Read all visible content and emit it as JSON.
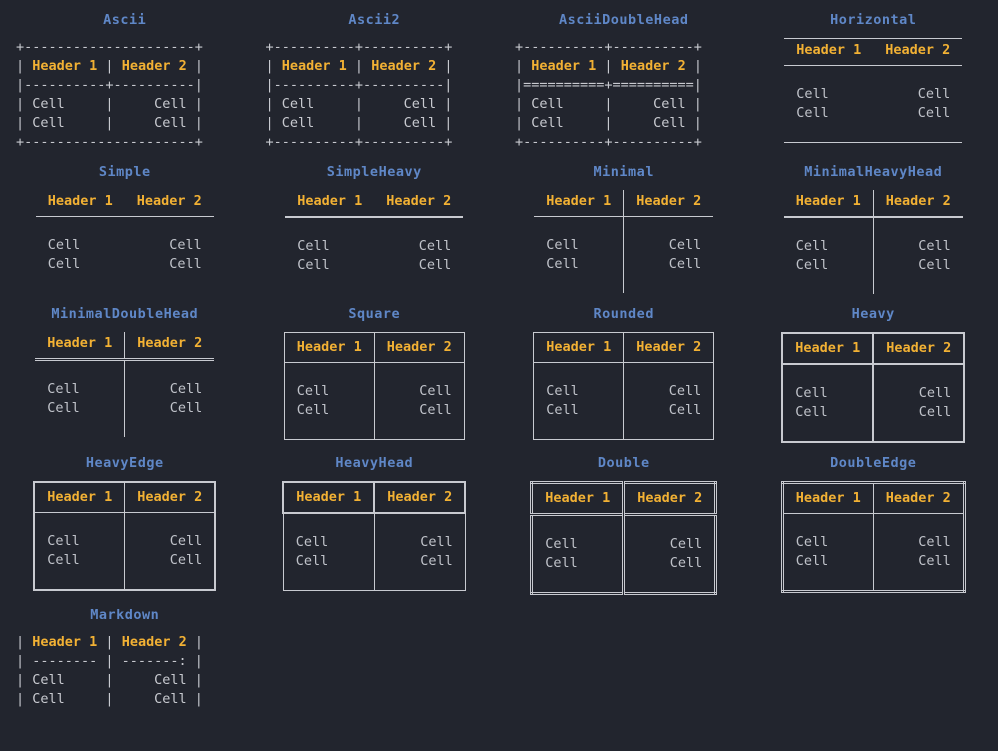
{
  "theme": {
    "background": "#22252e",
    "title_color": "#5f87c7",
    "header_color": "#f2b134",
    "cell_color": "#c0c3ca",
    "border_color": "#c8cad0"
  },
  "common": {
    "header1": "Header 1",
    "header2": "Header 2",
    "cell": "Cell"
  },
  "tables": [
    {
      "id": "ascii",
      "title": "Ascii",
      "kind": "ascii",
      "lines": [
        {
          "segments": [
            {
              "t": "+---------------------+",
              "c": "br"
            }
          ]
        },
        {
          "segments": [
            {
              "t": "| ",
              "c": "br"
            },
            {
              "t": "Header 1",
              "c": "hd"
            },
            {
              "t": " | ",
              "c": "br"
            },
            {
              "t": "Header 2",
              "c": "hd"
            },
            {
              "t": " |",
              "c": "br"
            }
          ]
        },
        {
          "segments": [
            {
              "t": "|----------+----------|",
              "c": "br"
            }
          ]
        },
        {
          "segments": [
            {
              "t": "| Cell     |     Cell |",
              "c": "br"
            }
          ]
        },
        {
          "segments": [
            {
              "t": "| Cell     |     Cell |",
              "c": "br"
            }
          ]
        },
        {
          "segments": [
            {
              "t": "+---------------------+",
              "c": "br"
            }
          ]
        }
      ]
    },
    {
      "id": "ascii2",
      "title": "Ascii2",
      "kind": "ascii",
      "lines": [
        {
          "segments": [
            {
              "t": "+----------+----------+",
              "c": "br"
            }
          ]
        },
        {
          "segments": [
            {
              "t": "| ",
              "c": "br"
            },
            {
              "t": "Header 1",
              "c": "hd"
            },
            {
              "t": " | ",
              "c": "br"
            },
            {
              "t": "Header 2",
              "c": "hd"
            },
            {
              "t": " |",
              "c": "br"
            }
          ]
        },
        {
          "segments": [
            {
              "t": "|----------+----------|",
              "c": "br"
            }
          ]
        },
        {
          "segments": [
            {
              "t": "| Cell     |     Cell |",
              "c": "br"
            }
          ]
        },
        {
          "segments": [
            {
              "t": "| Cell     |     Cell |",
              "c": "br"
            }
          ]
        },
        {
          "segments": [
            {
              "t": "+----------+----------+",
              "c": "br"
            }
          ]
        }
      ]
    },
    {
      "id": "ascii-double-head",
      "title": "AsciiDoubleHead",
      "kind": "ascii",
      "lines": [
        {
          "segments": [
            {
              "t": "+----------+----------+",
              "c": "br"
            }
          ]
        },
        {
          "segments": [
            {
              "t": "| ",
              "c": "br"
            },
            {
              "t": "Header 1",
              "c": "hd"
            },
            {
              "t": " | ",
              "c": "br"
            },
            {
              "t": "Header 2",
              "c": "hd"
            },
            {
              "t": " |",
              "c": "br"
            }
          ]
        },
        {
          "segments": [
            {
              "t": "|==========+==========|",
              "c": "br"
            }
          ]
        },
        {
          "segments": [
            {
              "t": "| Cell     |     Cell |",
              "c": "br"
            }
          ]
        },
        {
          "segments": [
            {
              "t": "| Cell     |     Cell |",
              "c": "br"
            }
          ]
        },
        {
          "segments": [
            {
              "t": "+----------+----------+",
              "c": "br"
            }
          ]
        }
      ]
    },
    {
      "id": "horizontal",
      "title": "Horizontal",
      "kind": "box",
      "class": "box-horizontal open"
    },
    {
      "id": "simple",
      "title": "Simple",
      "kind": "box",
      "class": "box-simple open"
    },
    {
      "id": "simple-heavy",
      "title": "SimpleHeavy",
      "kind": "box",
      "class": "box-simpleheavy open"
    },
    {
      "id": "minimal",
      "title": "Minimal",
      "kind": "box",
      "class": "box-minimal open"
    },
    {
      "id": "minimal-heavy-head",
      "title": "MinimalHeavyHead",
      "kind": "box",
      "class": "box-minimalheavy open"
    },
    {
      "id": "minimal-double-head",
      "title": "MinimalDoubleHead",
      "kind": "box",
      "class": "box-minimaldouble open"
    },
    {
      "id": "square",
      "title": "Square",
      "kind": "box",
      "class": "box-square boxed"
    },
    {
      "id": "rounded",
      "title": "Rounded",
      "kind": "box",
      "class": "box-rounded boxed"
    },
    {
      "id": "heavy",
      "title": "Heavy",
      "kind": "box",
      "class": "box-heavy boxed"
    },
    {
      "id": "heavy-edge",
      "title": "HeavyEdge",
      "kind": "box",
      "class": "box-heavyedge boxed"
    },
    {
      "id": "heavy-head",
      "title": "HeavyHead",
      "kind": "box",
      "class": "box-heavyhead boxed"
    },
    {
      "id": "double",
      "title": "Double",
      "kind": "box",
      "class": "box-double boxed"
    },
    {
      "id": "double-edge",
      "title": "DoubleEdge",
      "kind": "box",
      "class": "box-doubleedge boxed"
    },
    {
      "id": "markdown",
      "title": "Markdown",
      "kind": "ascii",
      "lines": [
        {
          "segments": [
            {
              "t": "| ",
              "c": "br"
            },
            {
              "t": "Header 1",
              "c": "hd"
            },
            {
              "t": " | ",
              "c": "br"
            },
            {
              "t": "Header 2",
              "c": "hd"
            },
            {
              "t": " |",
              "c": "br"
            }
          ]
        },
        {
          "segments": [
            {
              "t": "| -------- | -------: |",
              "c": "br"
            }
          ]
        },
        {
          "segments": [
            {
              "t": "| Cell     |     Cell |",
              "c": "br"
            }
          ]
        },
        {
          "segments": [
            {
              "t": "| Cell     |     Cell |",
              "c": "br"
            }
          ]
        }
      ]
    }
  ]
}
